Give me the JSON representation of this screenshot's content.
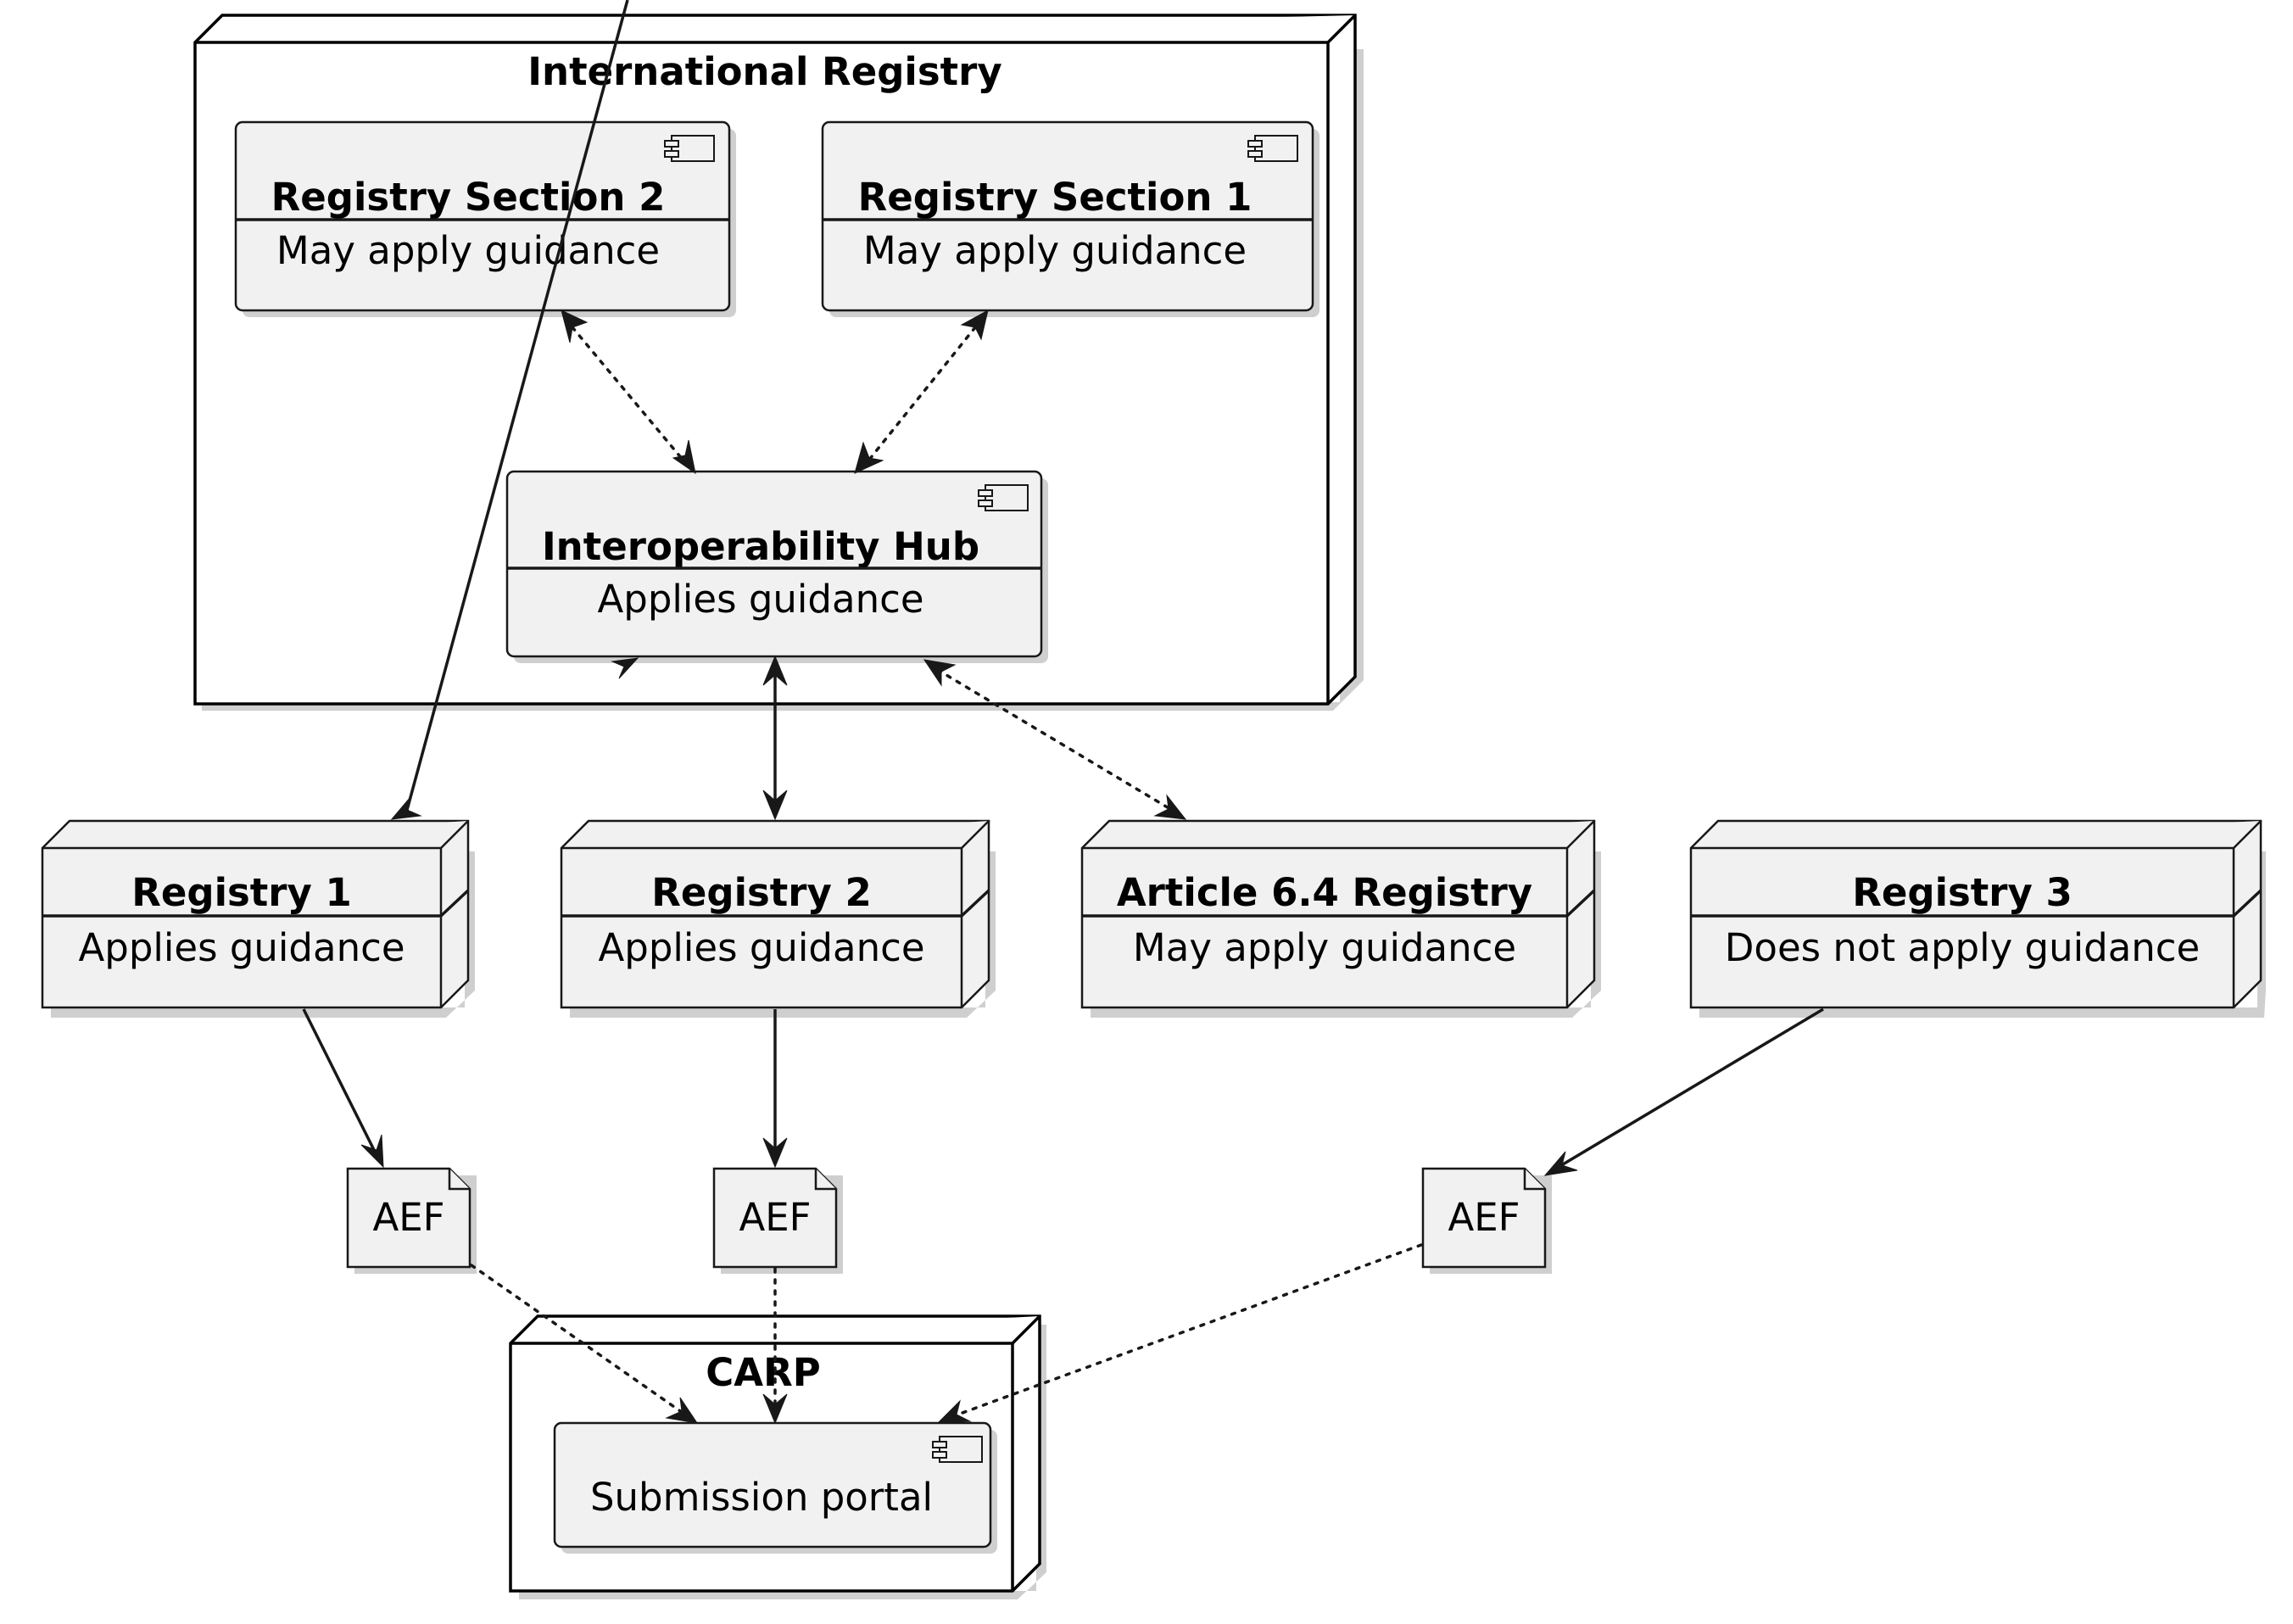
{
  "diagram": {
    "international_registry": {
      "title": "International Registry",
      "section2": {
        "title": "Registry Section 2",
        "body": "May apply guidance"
      },
      "section1": {
        "title": "Registry Section 1",
        "body": "May apply guidance"
      },
      "hub": {
        "title": "Interoperability Hub",
        "body": "Applies guidance"
      }
    },
    "registry1": {
      "title": "Registry 1",
      "body": "Applies guidance"
    },
    "registry2": {
      "title": "Registry 2",
      "body": "Applies guidance"
    },
    "article64": {
      "title": "Article 6.4 Registry",
      "body": "May apply guidance"
    },
    "registry3": {
      "title": "Registry 3",
      "body": "Does not apply guidance"
    },
    "aef1": {
      "label": "AEF"
    },
    "aef2": {
      "label": "AEF"
    },
    "aef3": {
      "label": "AEF"
    },
    "carp": {
      "title": "CARP",
      "portal": {
        "label": "Submission portal"
      }
    },
    "edges": [
      {
        "from": "section2",
        "to": "hub",
        "style": "dotted",
        "arrows": "both"
      },
      {
        "from": "section1",
        "to": "hub",
        "style": "dotted",
        "arrows": "both"
      },
      {
        "from": "hub",
        "to": "registry1",
        "style": "solid",
        "arrows": "both"
      },
      {
        "from": "hub",
        "to": "registry2",
        "style": "solid",
        "arrows": "both"
      },
      {
        "from": "hub",
        "to": "article64",
        "style": "dotted",
        "arrows": "both"
      },
      {
        "from": "registry1",
        "to": "aef1",
        "style": "solid",
        "arrows": "end"
      },
      {
        "from": "registry2",
        "to": "aef2",
        "style": "solid",
        "arrows": "end"
      },
      {
        "from": "registry3",
        "to": "aef3",
        "style": "solid",
        "arrows": "end"
      },
      {
        "from": "aef1",
        "to": "portal",
        "style": "dotted",
        "arrows": "end"
      },
      {
        "from": "aef2",
        "to": "portal",
        "style": "dotted",
        "arrows": "end"
      },
      {
        "from": "aef3",
        "to": "portal",
        "style": "dotted",
        "arrows": "end"
      }
    ]
  }
}
